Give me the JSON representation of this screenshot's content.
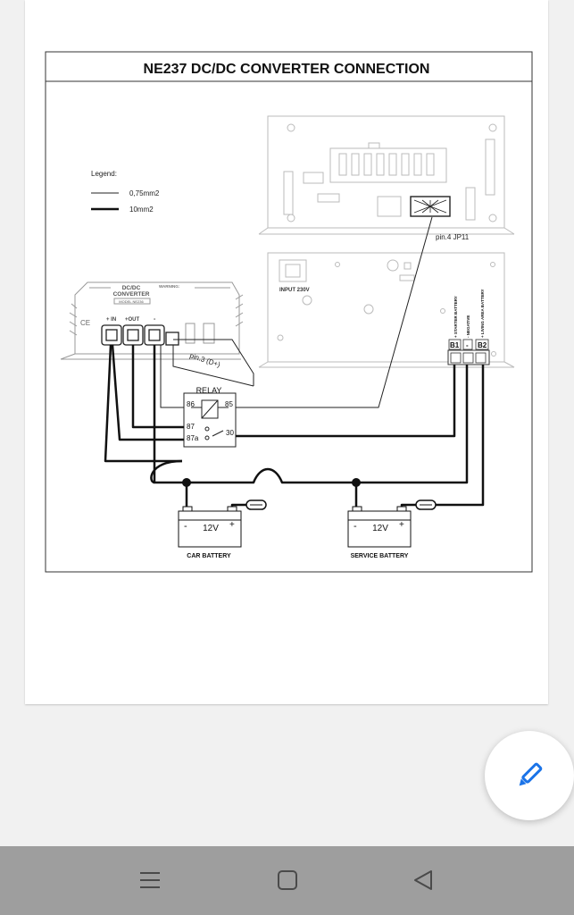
{
  "diagram": {
    "title": "NE237 DC/DC CONVERTER CONNECTION",
    "legend": {
      "heading": "Legend:",
      "thin_label": "0,75mm2",
      "thick_label": "10mm2"
    },
    "converter": {
      "name_line1": "DC/DC",
      "name_line2": "CONVERTER",
      "model": "MODEL NE236",
      "warning": "WARNING:",
      "ce": "CE",
      "in_label": "+ IN",
      "out_label": "+OUT",
      "neg_label": "-"
    },
    "control_unit": {
      "input_label": "INPUT 230V",
      "pin4_label": "pin.4 JP11",
      "b1_label": "B1",
      "neg_label": "-",
      "b2_label": "B2",
      "starter_battery": "+ STARTER BATTERY",
      "negative": "- NEGATIVE",
      "living_area_battery": "+ LIVING AREA BATTERY"
    },
    "pin3_label": "pin.3 (D+)",
    "relay": {
      "label": "RELAY",
      "pin86": "86",
      "pin85": "85",
      "pin87": "87",
      "pin87a": "87a",
      "pin30": "30"
    },
    "car_battery": {
      "label": "CAR BATTERY",
      "voltage": "12V",
      "minus": "-",
      "plus": "+"
    },
    "service_battery": {
      "label": "SERVICE BATTERY",
      "voltage": "12V",
      "minus": "-",
      "plus": "+"
    }
  },
  "fab": {
    "icon": "pencil-icon",
    "color": "#1a73e8"
  },
  "navbar": {
    "recent_icon": "menu-icon",
    "home_icon": "square-icon",
    "back_icon": "triangle-back-icon"
  }
}
